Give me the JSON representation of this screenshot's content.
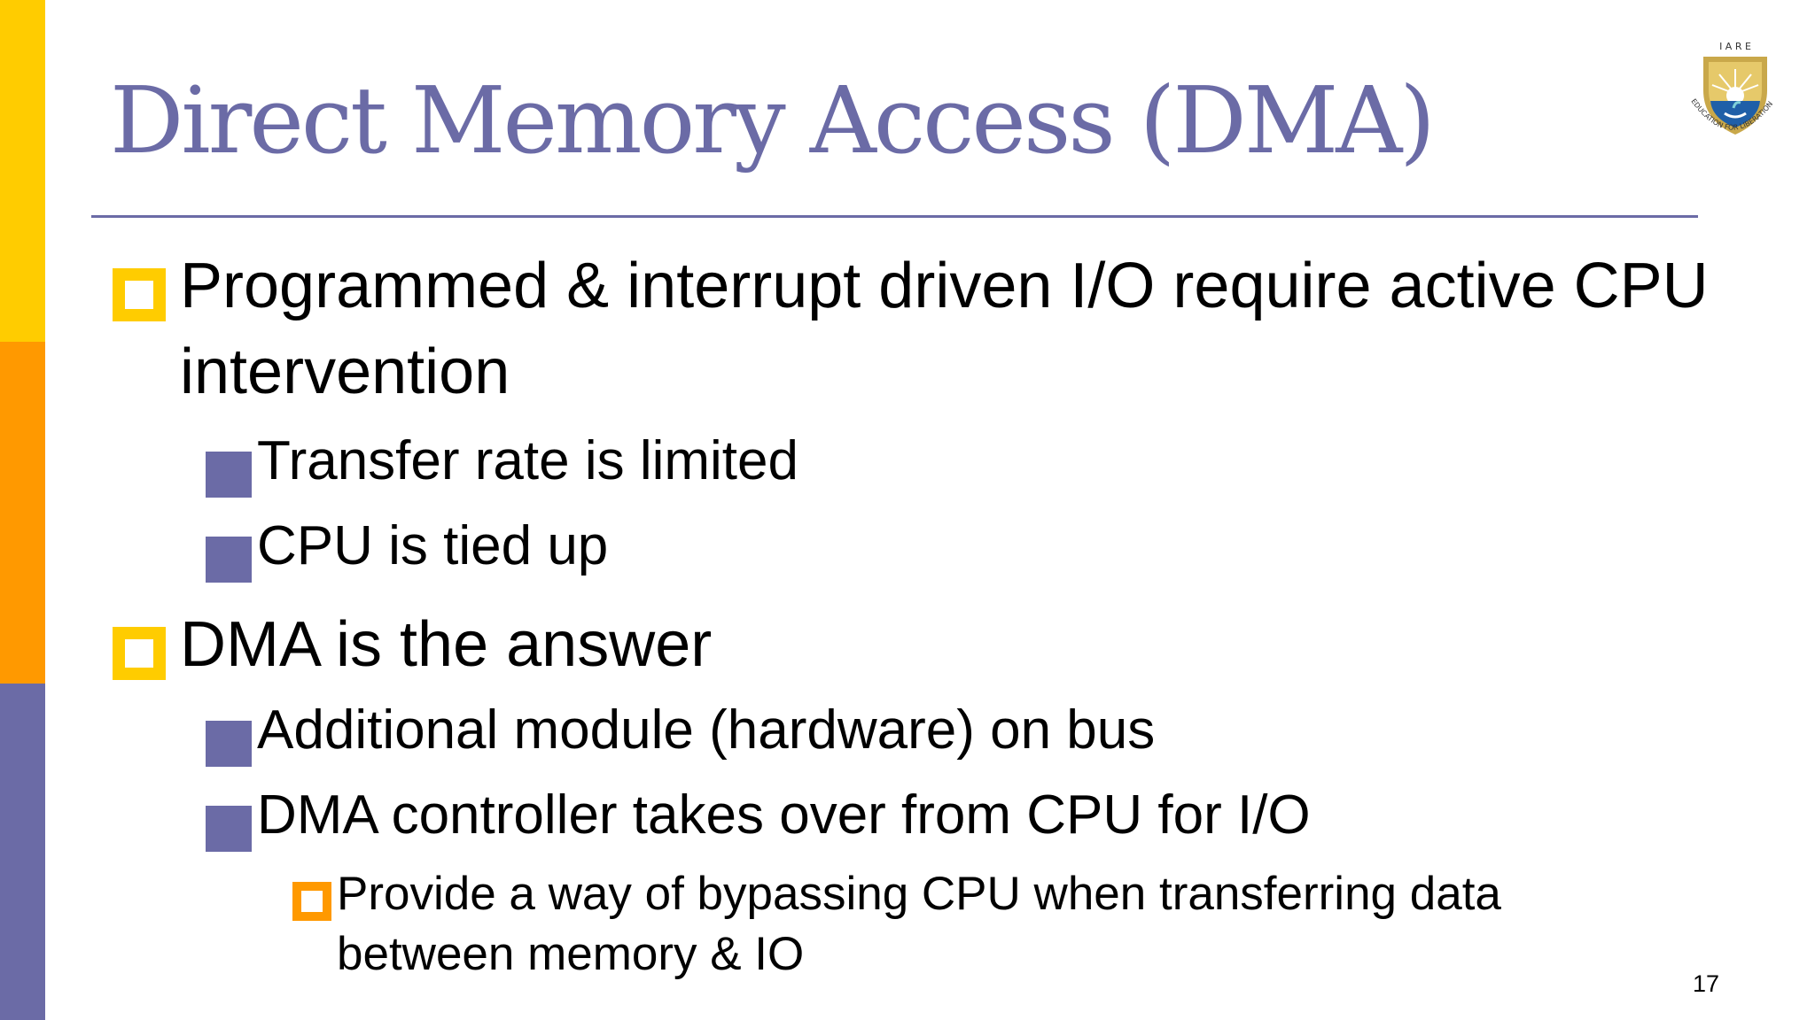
{
  "slide": {
    "title": "Direct Memory Access (DMA)",
    "logo_text": "I A R E",
    "logo_motto": "EDUCATION FOR LIBERATION",
    "page_number": "17",
    "colors": {
      "accent_yellow": "#FFCC00",
      "accent_orange": "#FF9900",
      "accent_purple": "#6B6BA6"
    }
  },
  "bullets": [
    {
      "text": "Programmed & interrupt driven I/O require active CPU intervention",
      "children": [
        {
          "text": "Transfer rate is limited"
        },
        {
          "text": "CPU is tied up"
        }
      ]
    },
    {
      "text": "DMA is the answer",
      "children": [
        {
          "text": "Additional module (hardware) on bus"
        },
        {
          "text": "DMA controller takes over from CPU for I/O",
          "children": [
            {
              "text": "Provide a way of bypassing CPU when transferring data between memory & IO"
            }
          ]
        }
      ]
    }
  ]
}
